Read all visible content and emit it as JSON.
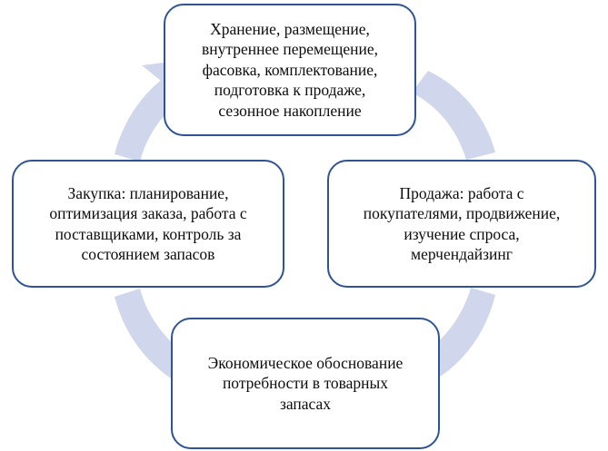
{
  "diagram": {
    "type": "cycle",
    "title": "",
    "orientation": "counterclockwise",
    "colors": {
      "node_fill": "#FFFFFF",
      "node_border": "#2E5496",
      "arc_fill": "#D0D6EC",
      "text": "#0D0D0D",
      "background": "#FFFFFF"
    },
    "nodes": [
      {
        "id": "storage",
        "position": "top",
        "text": "Хранение, размещение,\nвнутреннее перемещение,\nфасовка, комплектование,\nподготовка к продаже,\nсезонное накопление"
      },
      {
        "id": "purchasing",
        "position": "left",
        "text": "Закупка: планирование,\nоптимизация заказа, работа с\nпоставщиками, контроль за\nсостоянием запасов"
      },
      {
        "id": "sales",
        "position": "right",
        "text": "Продажа: работа с\nпокупателями, продвижение,\nизучение спроса,\nмерчендайзинг"
      },
      {
        "id": "economic",
        "position": "bottom",
        "text": "Экономическое обоснование\nпотребности в товарных\nзапасах"
      }
    ],
    "connectors": [
      {
        "id": "arc-top-right",
        "from": "storage",
        "to": "sales",
        "arrowhead": false
      },
      {
        "id": "arc-bottom-right",
        "from": "sales",
        "to": "economic",
        "arrowhead": false
      },
      {
        "id": "arc-bottom-left",
        "from": "economic",
        "to": "purchasing",
        "arrowhead": false
      },
      {
        "id": "arc-top-left",
        "from": "purchasing",
        "to": "storage",
        "arrowhead": true
      }
    ]
  }
}
